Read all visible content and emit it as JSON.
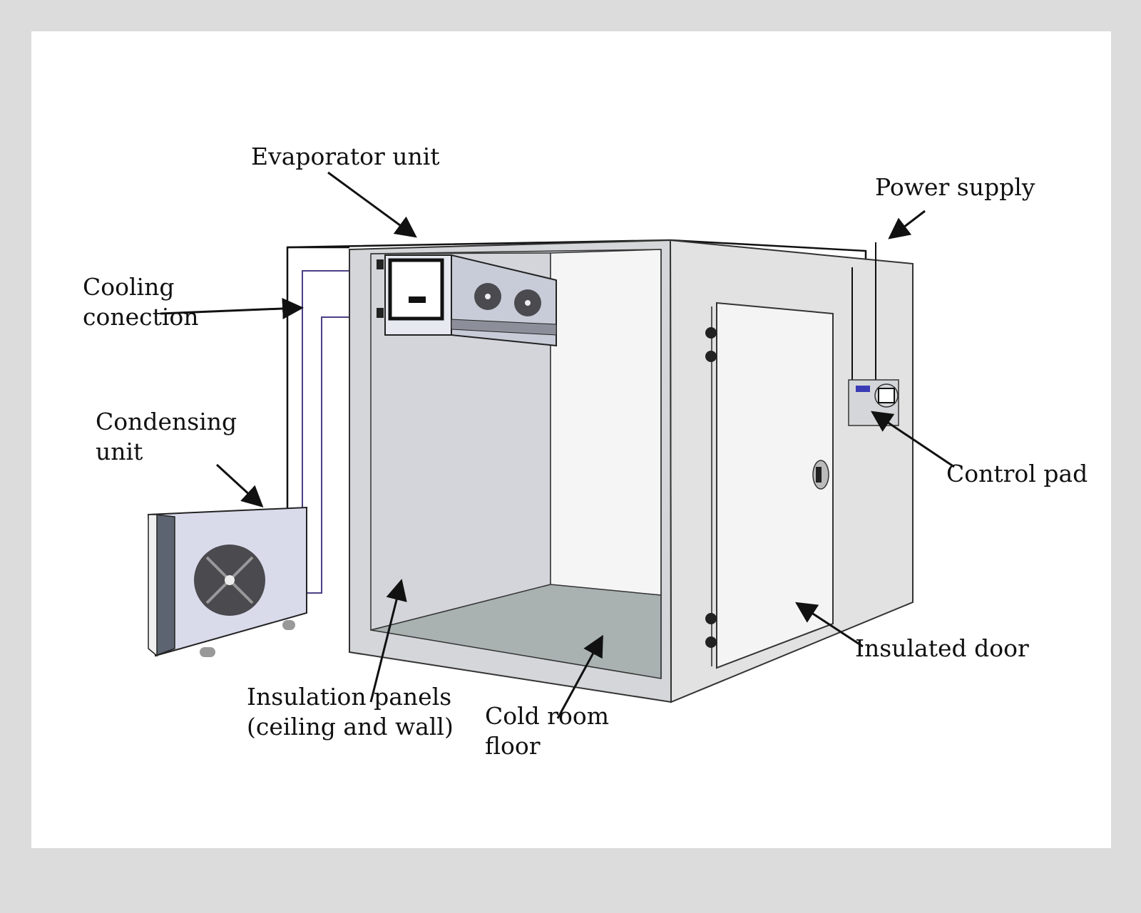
{
  "labels": {
    "evaporator": "Evaporator unit",
    "power_supply": "Power supply",
    "cooling_line1": "Cooling",
    "cooling_line2": "conection",
    "condensing_line1": "Condensing",
    "condensing_line2": "unit",
    "control_pad": "Control pad",
    "insulated_door": "Insulated door",
    "insulation_line1": "Insulation panels",
    "insulation_line2": "(ceiling and wall)",
    "floor_line1": "Cold room",
    "floor_line2": "floor"
  },
  "colors": {
    "panel_frame": "#d4d6d9",
    "inner_wall": "#d3d5da",
    "back_wall": "#f5f5f5",
    "floor": "#a9b1b1",
    "door": "#f4f4f4",
    "side_wall": "#e2e2e2",
    "evaporator": "#d7dae6",
    "condenser": "#d9dbeb",
    "fan": "#4a4a4f",
    "pipe_purple": "#4b3f86",
    "display_blue": "#3b3bb5"
  }
}
